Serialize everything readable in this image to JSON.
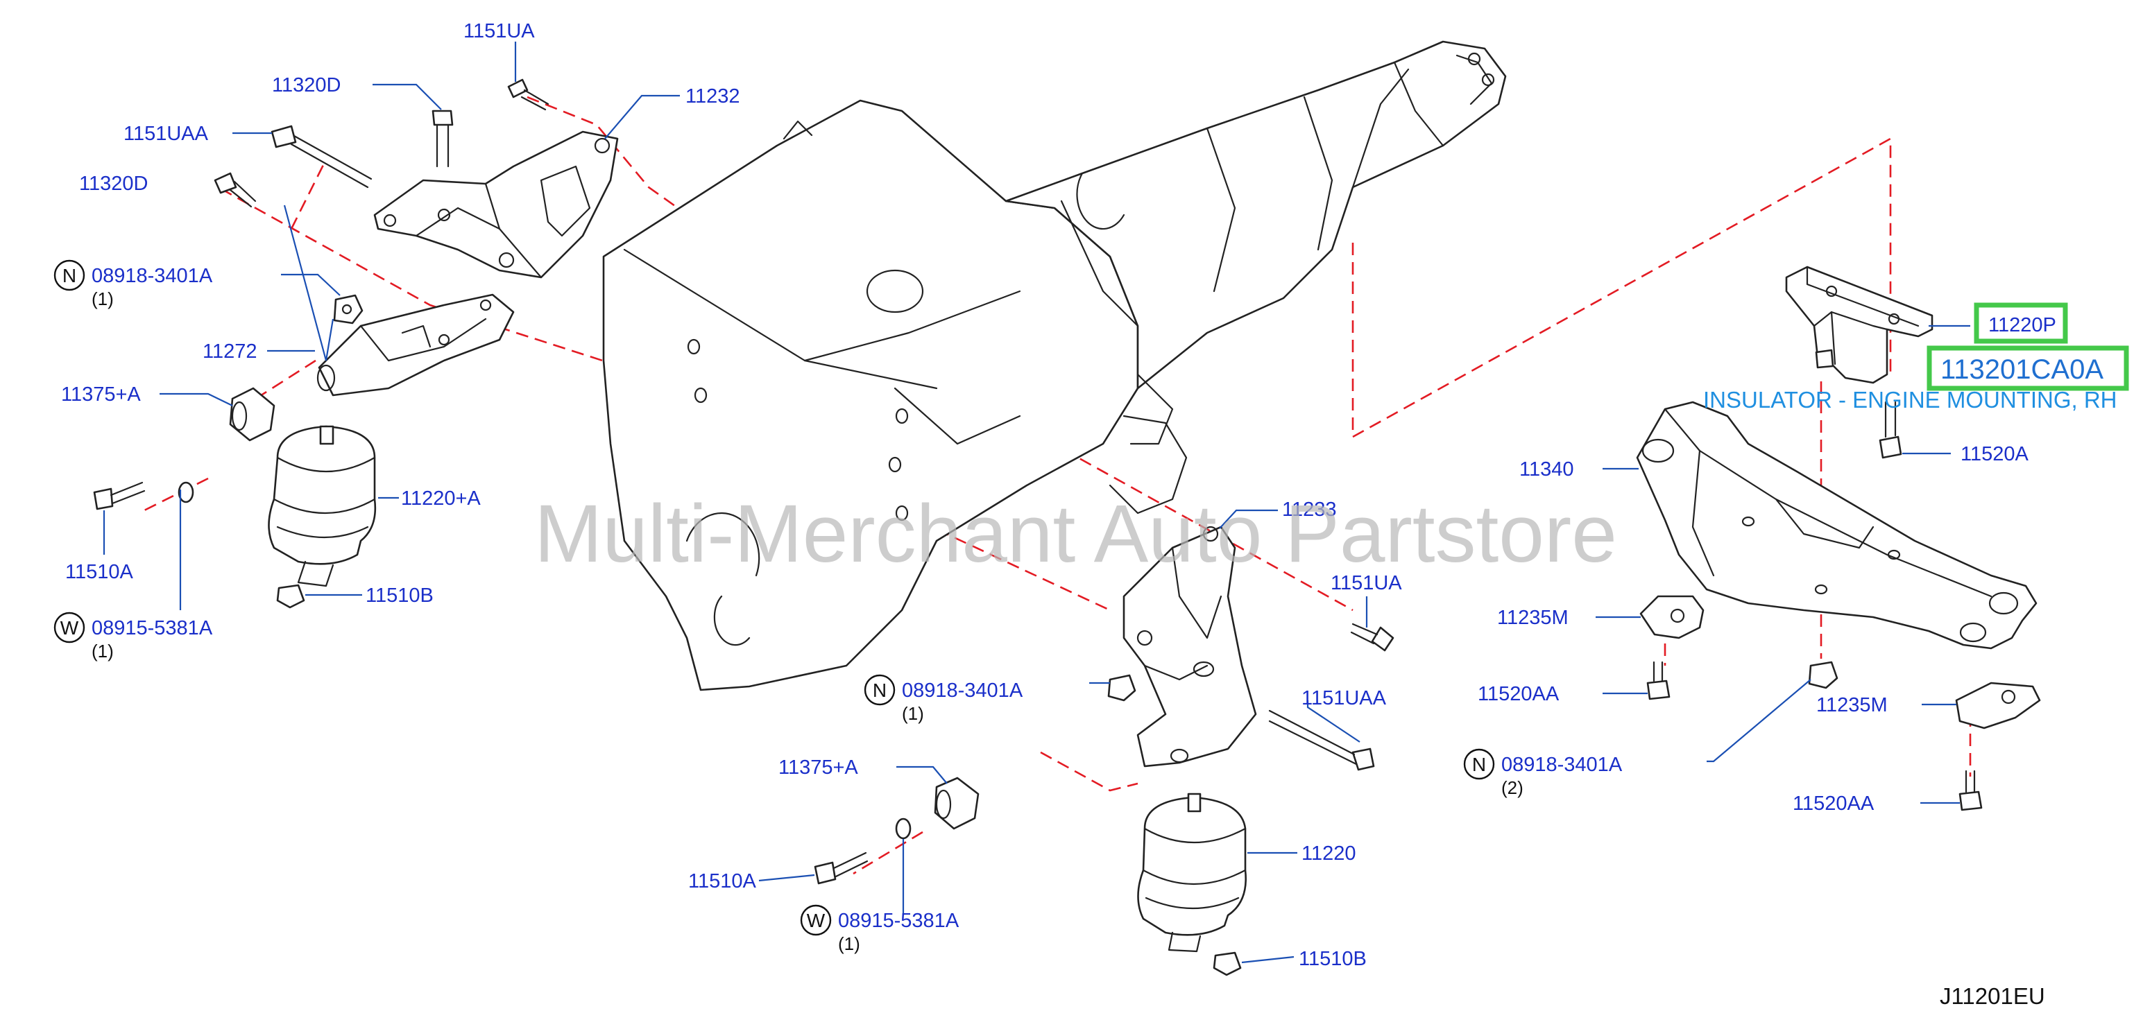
{
  "watermark": "Multi-Merchant Auto Partstore",
  "diagram_code": "J11201EU",
  "highlighted_part": {
    "part_number": "113201CA0A",
    "ref_label": "11220P",
    "description": "INSULATOR - ENGINE MOUNTING, RH"
  },
  "labels": {
    "l_1151UA_top": "1151UA",
    "l_11320D_a": "11320D",
    "l_11232": "11232",
    "l_1151UAA_top": "1151UAA",
    "l_11320D_b": "11320D",
    "l_08918_a": "08918-3401A",
    "l_11272": "11272",
    "l_11375A_a": "11375+A",
    "l_11220A": "11220+A",
    "l_11510A_a": "11510A",
    "l_11510B_a": "11510B",
    "l_08915_a": "08915-5381A",
    "l_11233": "11233",
    "l_1151UA_mid": "1151UA",
    "l_08918_b": "08918-3401A",
    "l_1151UAA_mid": "1151UAA",
    "l_11375A_b": "11375+A",
    "l_11510A_b": "11510A",
    "l_08915_b": "08915-5381A",
    "l_11220": "11220",
    "l_11510B_b": "11510B",
    "l_11520A": "11520A",
    "l_11340": "11340",
    "l_11235M_a": "11235M",
    "l_11520AA_a": "11520AA",
    "l_11235M_b": "11235M",
    "l_08918_c": "08918-3401A",
    "l_11520AA_b": "11520AA"
  },
  "quantities": {
    "q_08918_a": "(1)",
    "q_08915_a": "(1)",
    "q_08918_b": "(1)",
    "q_08915_b": "(1)",
    "q_08918_c": "(2)"
  },
  "symbols": {
    "n": "N",
    "w": "W"
  }
}
